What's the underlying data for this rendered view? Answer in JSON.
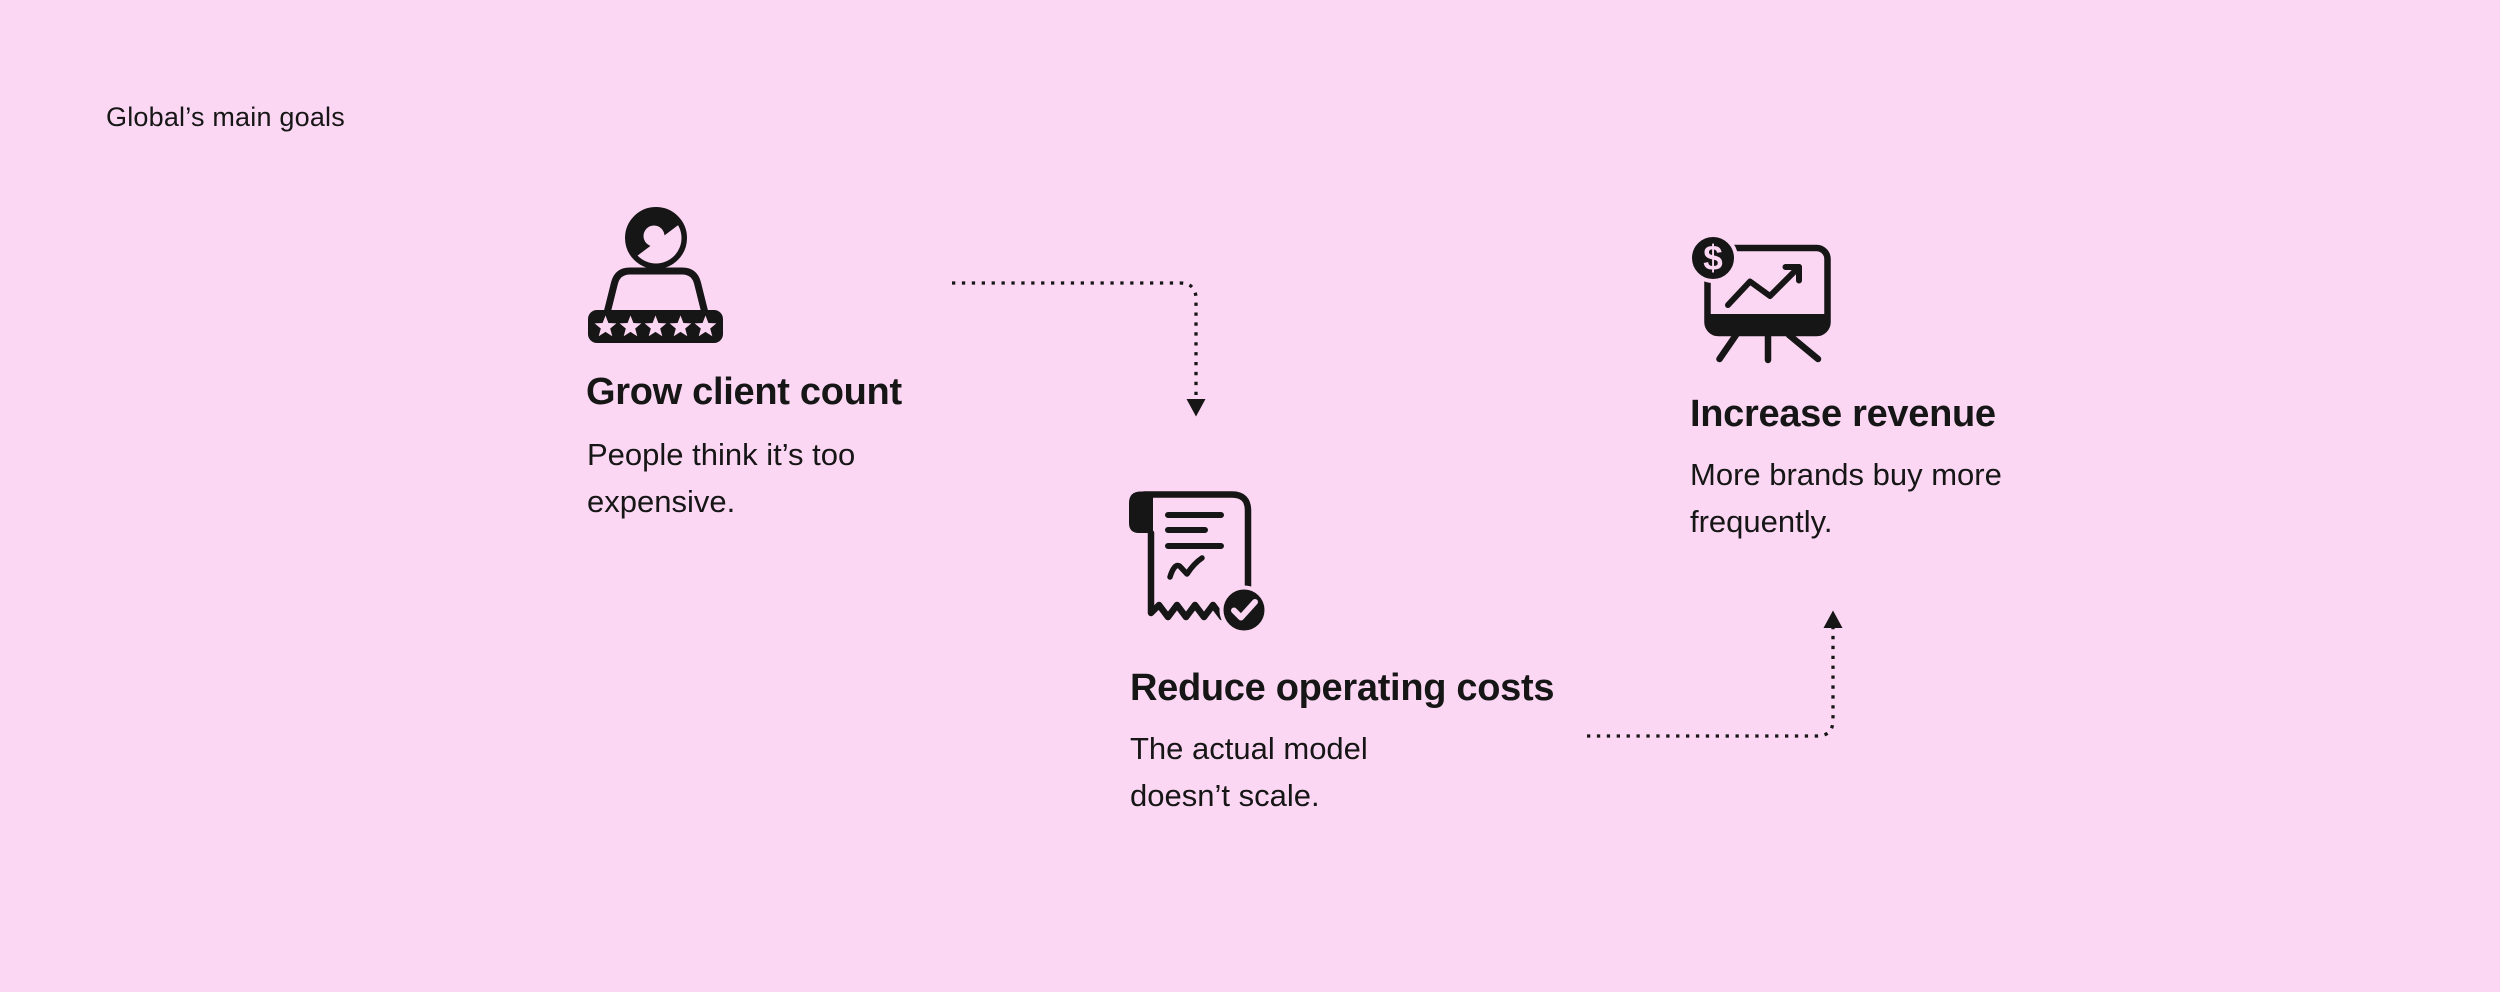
{
  "title": "Global’s main goals",
  "colors": {
    "background": "#fbd7f3",
    "ink": "#161616"
  },
  "sections": [
    {
      "heading": "Grow client count",
      "body": "People think it’s too\nexpensive.",
      "icon": "client-five-star-rating-icon"
    },
    {
      "heading": "Reduce operating costs",
      "body": "The actual model\ndoesn’t scale.",
      "icon": "receipt-checkmark-icon"
    },
    {
      "heading": "Increase revenue",
      "body": "More brands buy more\nfrequently.",
      "icon": "presentation-chart-dollar-icon"
    }
  ],
  "connectors": [
    {
      "from": "Grow client count",
      "to": "Reduce operating costs",
      "style": "dotted",
      "arrow": "down"
    },
    {
      "from": "Reduce operating costs",
      "to": "Increase revenue",
      "style": "dotted",
      "arrow": "up"
    }
  ]
}
